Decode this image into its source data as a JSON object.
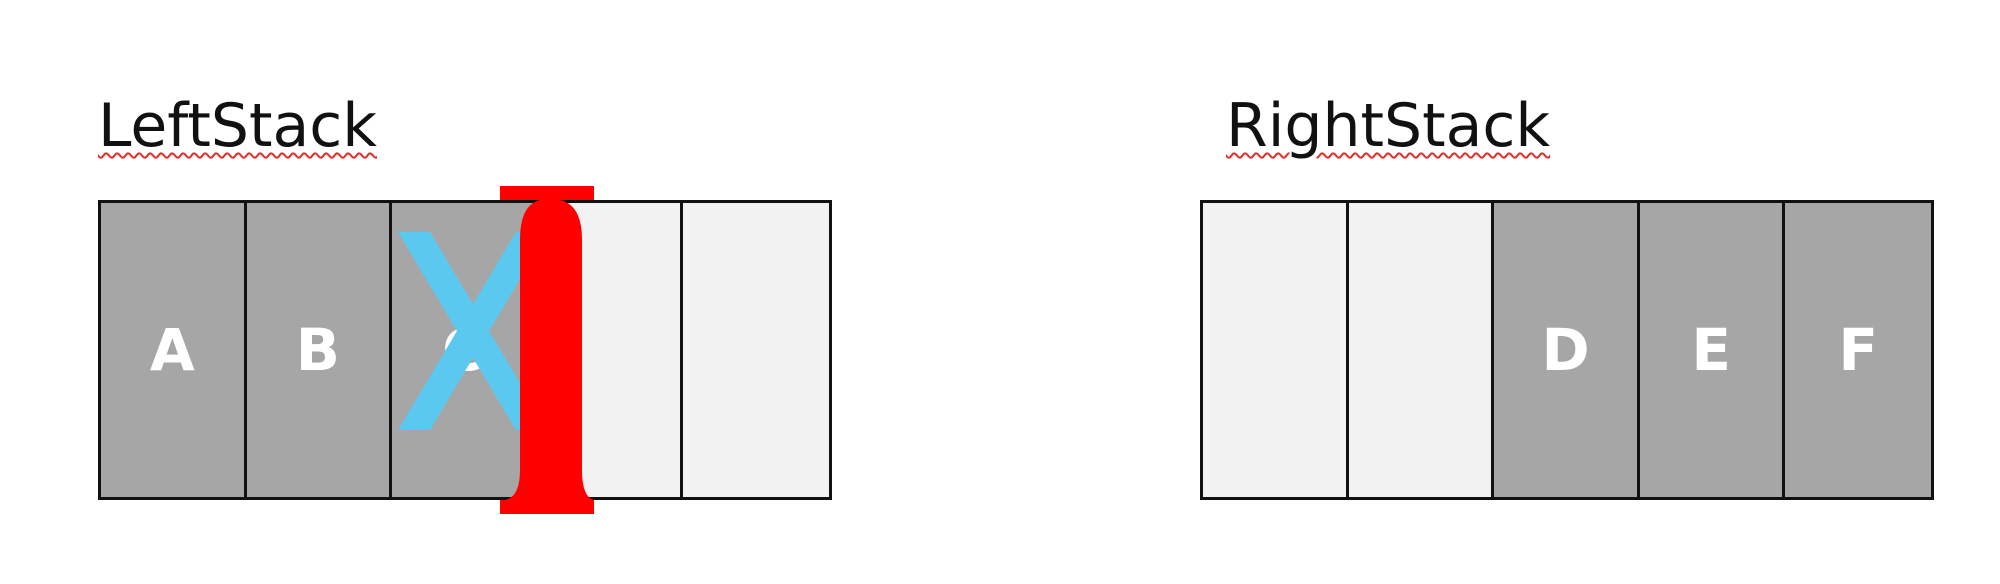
{
  "left_stack": {
    "label": "LeftStack",
    "cells": [
      {
        "text": "A",
        "state": "filled"
      },
      {
        "text": "B",
        "state": "filled"
      },
      {
        "text": "C",
        "state": "filled"
      },
      {
        "text": "",
        "state": "empty"
      },
      {
        "text": "",
        "state": "empty"
      }
    ]
  },
  "right_stack": {
    "label": "RightStack",
    "cells": [
      {
        "text": "",
        "state": "empty"
      },
      {
        "text": "",
        "state": "empty"
      },
      {
        "text": "D",
        "state": "filled"
      },
      {
        "text": "E",
        "state": "filled"
      },
      {
        "text": "F",
        "state": "filled"
      }
    ]
  },
  "overlay": {
    "cross_mark_glyph": "X",
    "cross_mark_color": "#5bc8f0",
    "boundary_marker_color": "#ff0000"
  },
  "colors": {
    "filled": "#a6a6a6",
    "empty": "#f2f2f2",
    "border": "#111111",
    "cell_text": "#ffffff"
  }
}
